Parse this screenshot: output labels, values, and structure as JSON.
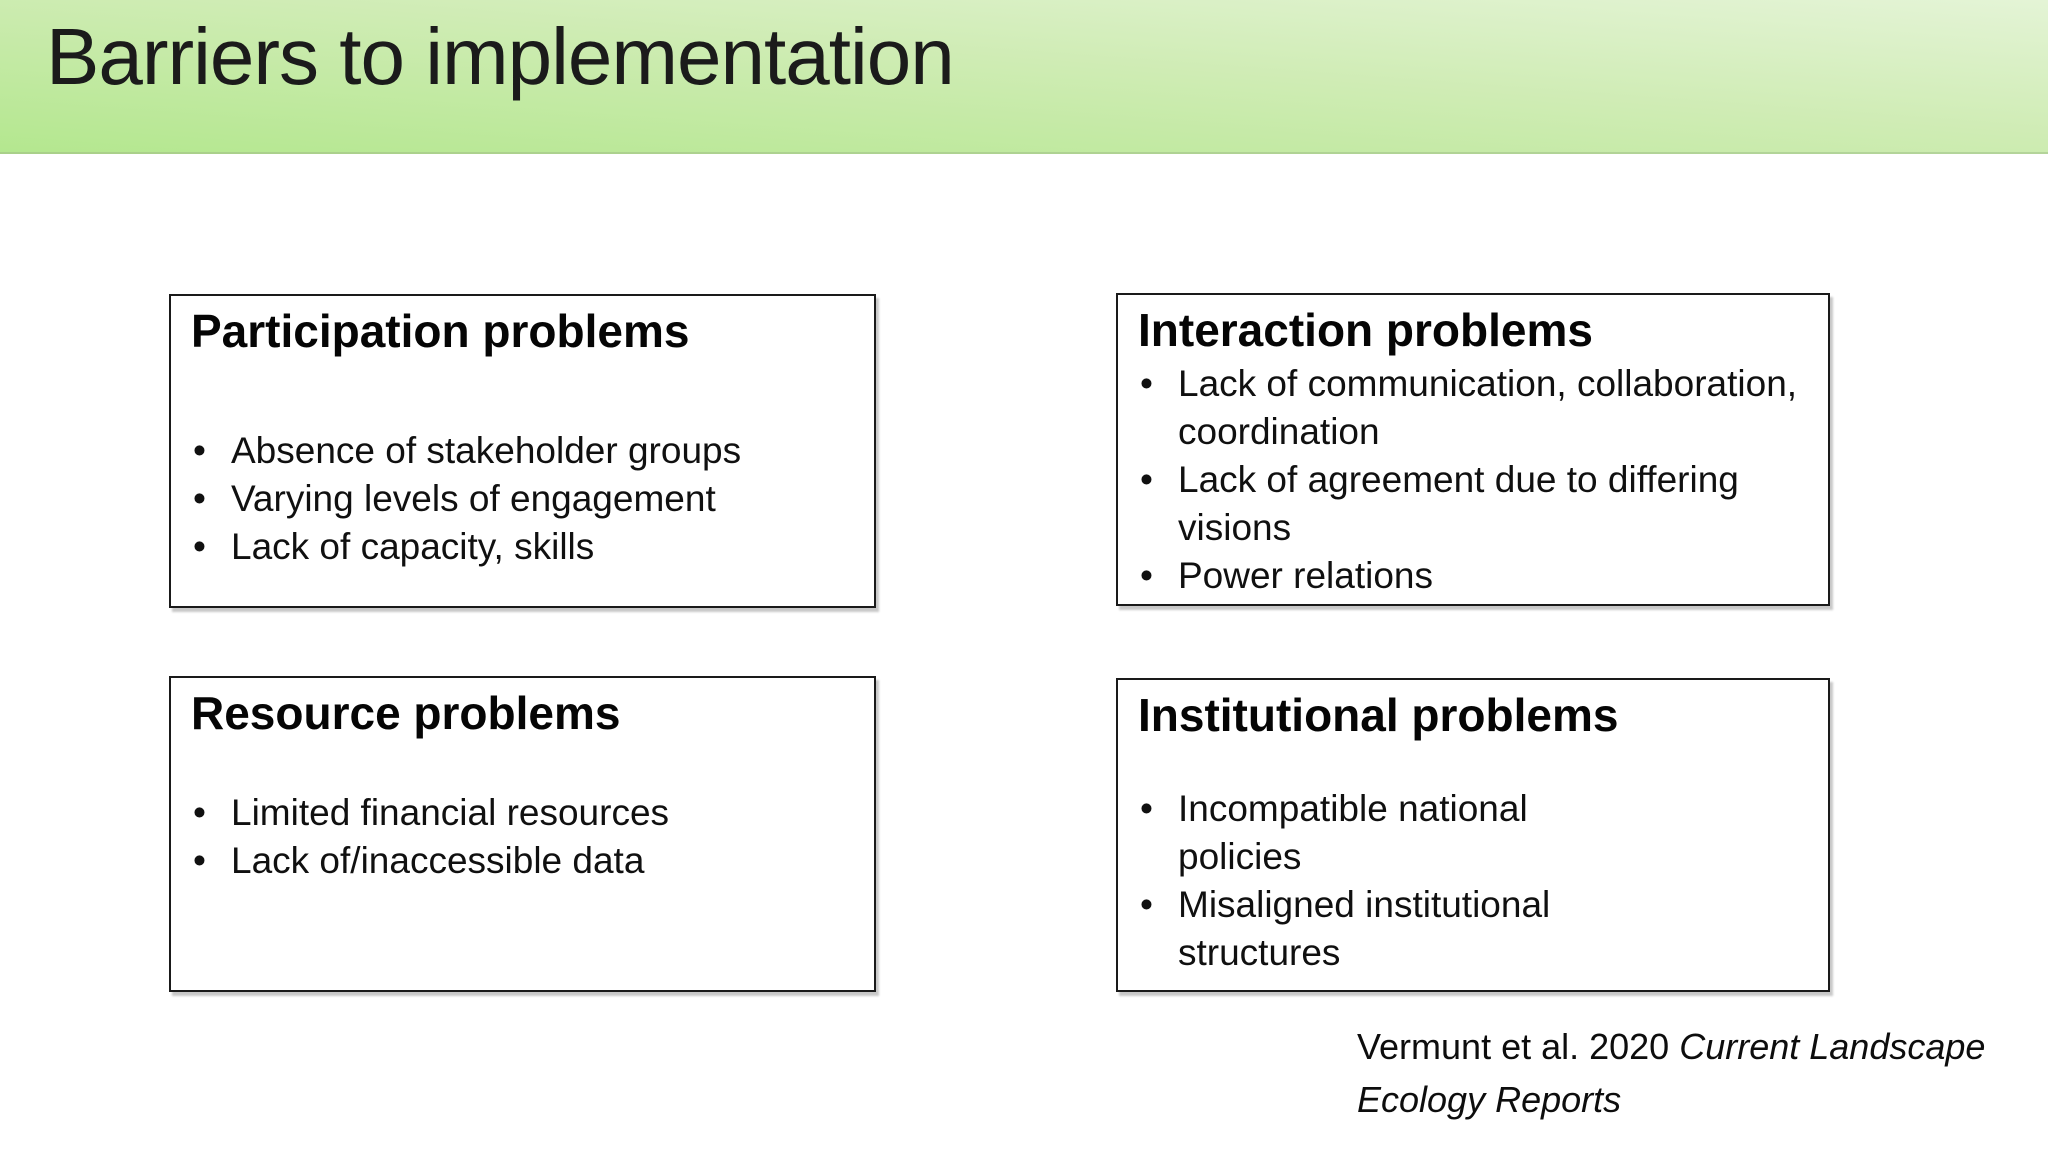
{
  "slide": {
    "title": "Barriers to implementation",
    "colors": {
      "banner_start": "#b4e78f",
      "banner_mid": "#cfecb4",
      "banner_end": "#e4f4d6",
      "box_border": "#1a1a1a",
      "text": "#111111"
    },
    "boxes": [
      {
        "title": "Participation problems",
        "bullets": [
          "Absence of stakeholder groups",
          "Varying levels of engagement",
          "Lack of capacity, skills"
        ]
      },
      {
        "title": "Interaction problems",
        "bullets": [
          "Lack of communication, collaboration,\ncoordination",
          "Lack of agreement due to differing\nvisions",
          "Power relations"
        ]
      },
      {
        "title": "Resource problems",
        "bullets": [
          "Limited financial resources",
          "Lack of/inaccessible data"
        ]
      },
      {
        "title": "Institutional problems",
        "bullets": [
          "Incompatible national\npolicies",
          "Misaligned institutional\nstructures"
        ]
      }
    ],
    "citation": {
      "authors": "Vermunt et al. 2020 ",
      "journal": "Current Landscape Ecology Reports"
    }
  }
}
